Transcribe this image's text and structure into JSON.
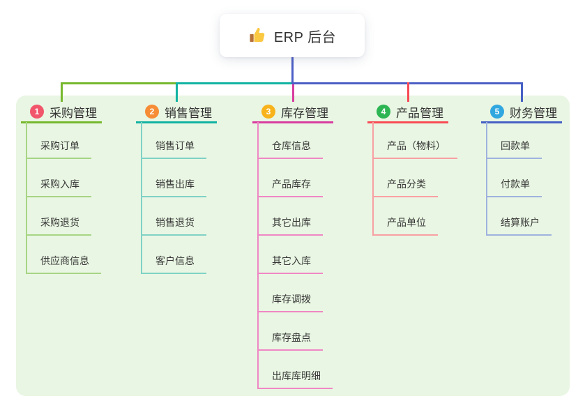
{
  "root": {
    "label": "ERP 后台",
    "icon": "thumbs-up-icon"
  },
  "colors": {
    "connector": "#4c5fc6",
    "panel_bg": "#e9f6e3",
    "card_bg": "#ffffff",
    "title_text": "#333333",
    "child_text": "#383838"
  },
  "branches": [
    {
      "index": "1",
      "label": "采购管理",
      "badge_color": "#f2566b",
      "line_color": "#77b82e",
      "child_line_color": "#a7d584",
      "children": [
        "采购订单",
        "采购入库",
        "采购退货",
        "供应商信息"
      ]
    },
    {
      "index": "2",
      "label": "销售管理",
      "badge_color": "#f68c35",
      "line_color": "#12b3a2",
      "child_line_color": "#7fd2c5",
      "children": [
        "销售订单",
        "销售出库",
        "销售退货",
        "客户信息"
      ]
    },
    {
      "index": "3",
      "label": "库存管理",
      "badge_color": "#f8b31c",
      "line_color": "#d83d9f",
      "child_line_color": "#ef87c5",
      "children": [
        "仓库信息",
        "产品库存",
        "其它出库",
        "其它入库",
        "库存调拨",
        "库存盘点",
        "出库库明细"
      ]
    },
    {
      "index": "4",
      "label": "产品管理",
      "badge_color": "#2db553",
      "line_color": "#f84b55",
      "child_line_color": "#f89fa3",
      "children": [
        "产品（物料）",
        "产品分类",
        "产品单位"
      ]
    },
    {
      "index": "5",
      "label": "财务管理",
      "badge_color": "#31a7e0",
      "line_color": "#4660c4",
      "child_line_color": "#9fb2de",
      "children": [
        "回款单",
        "付款单",
        "结算账户"
      ]
    }
  ]
}
